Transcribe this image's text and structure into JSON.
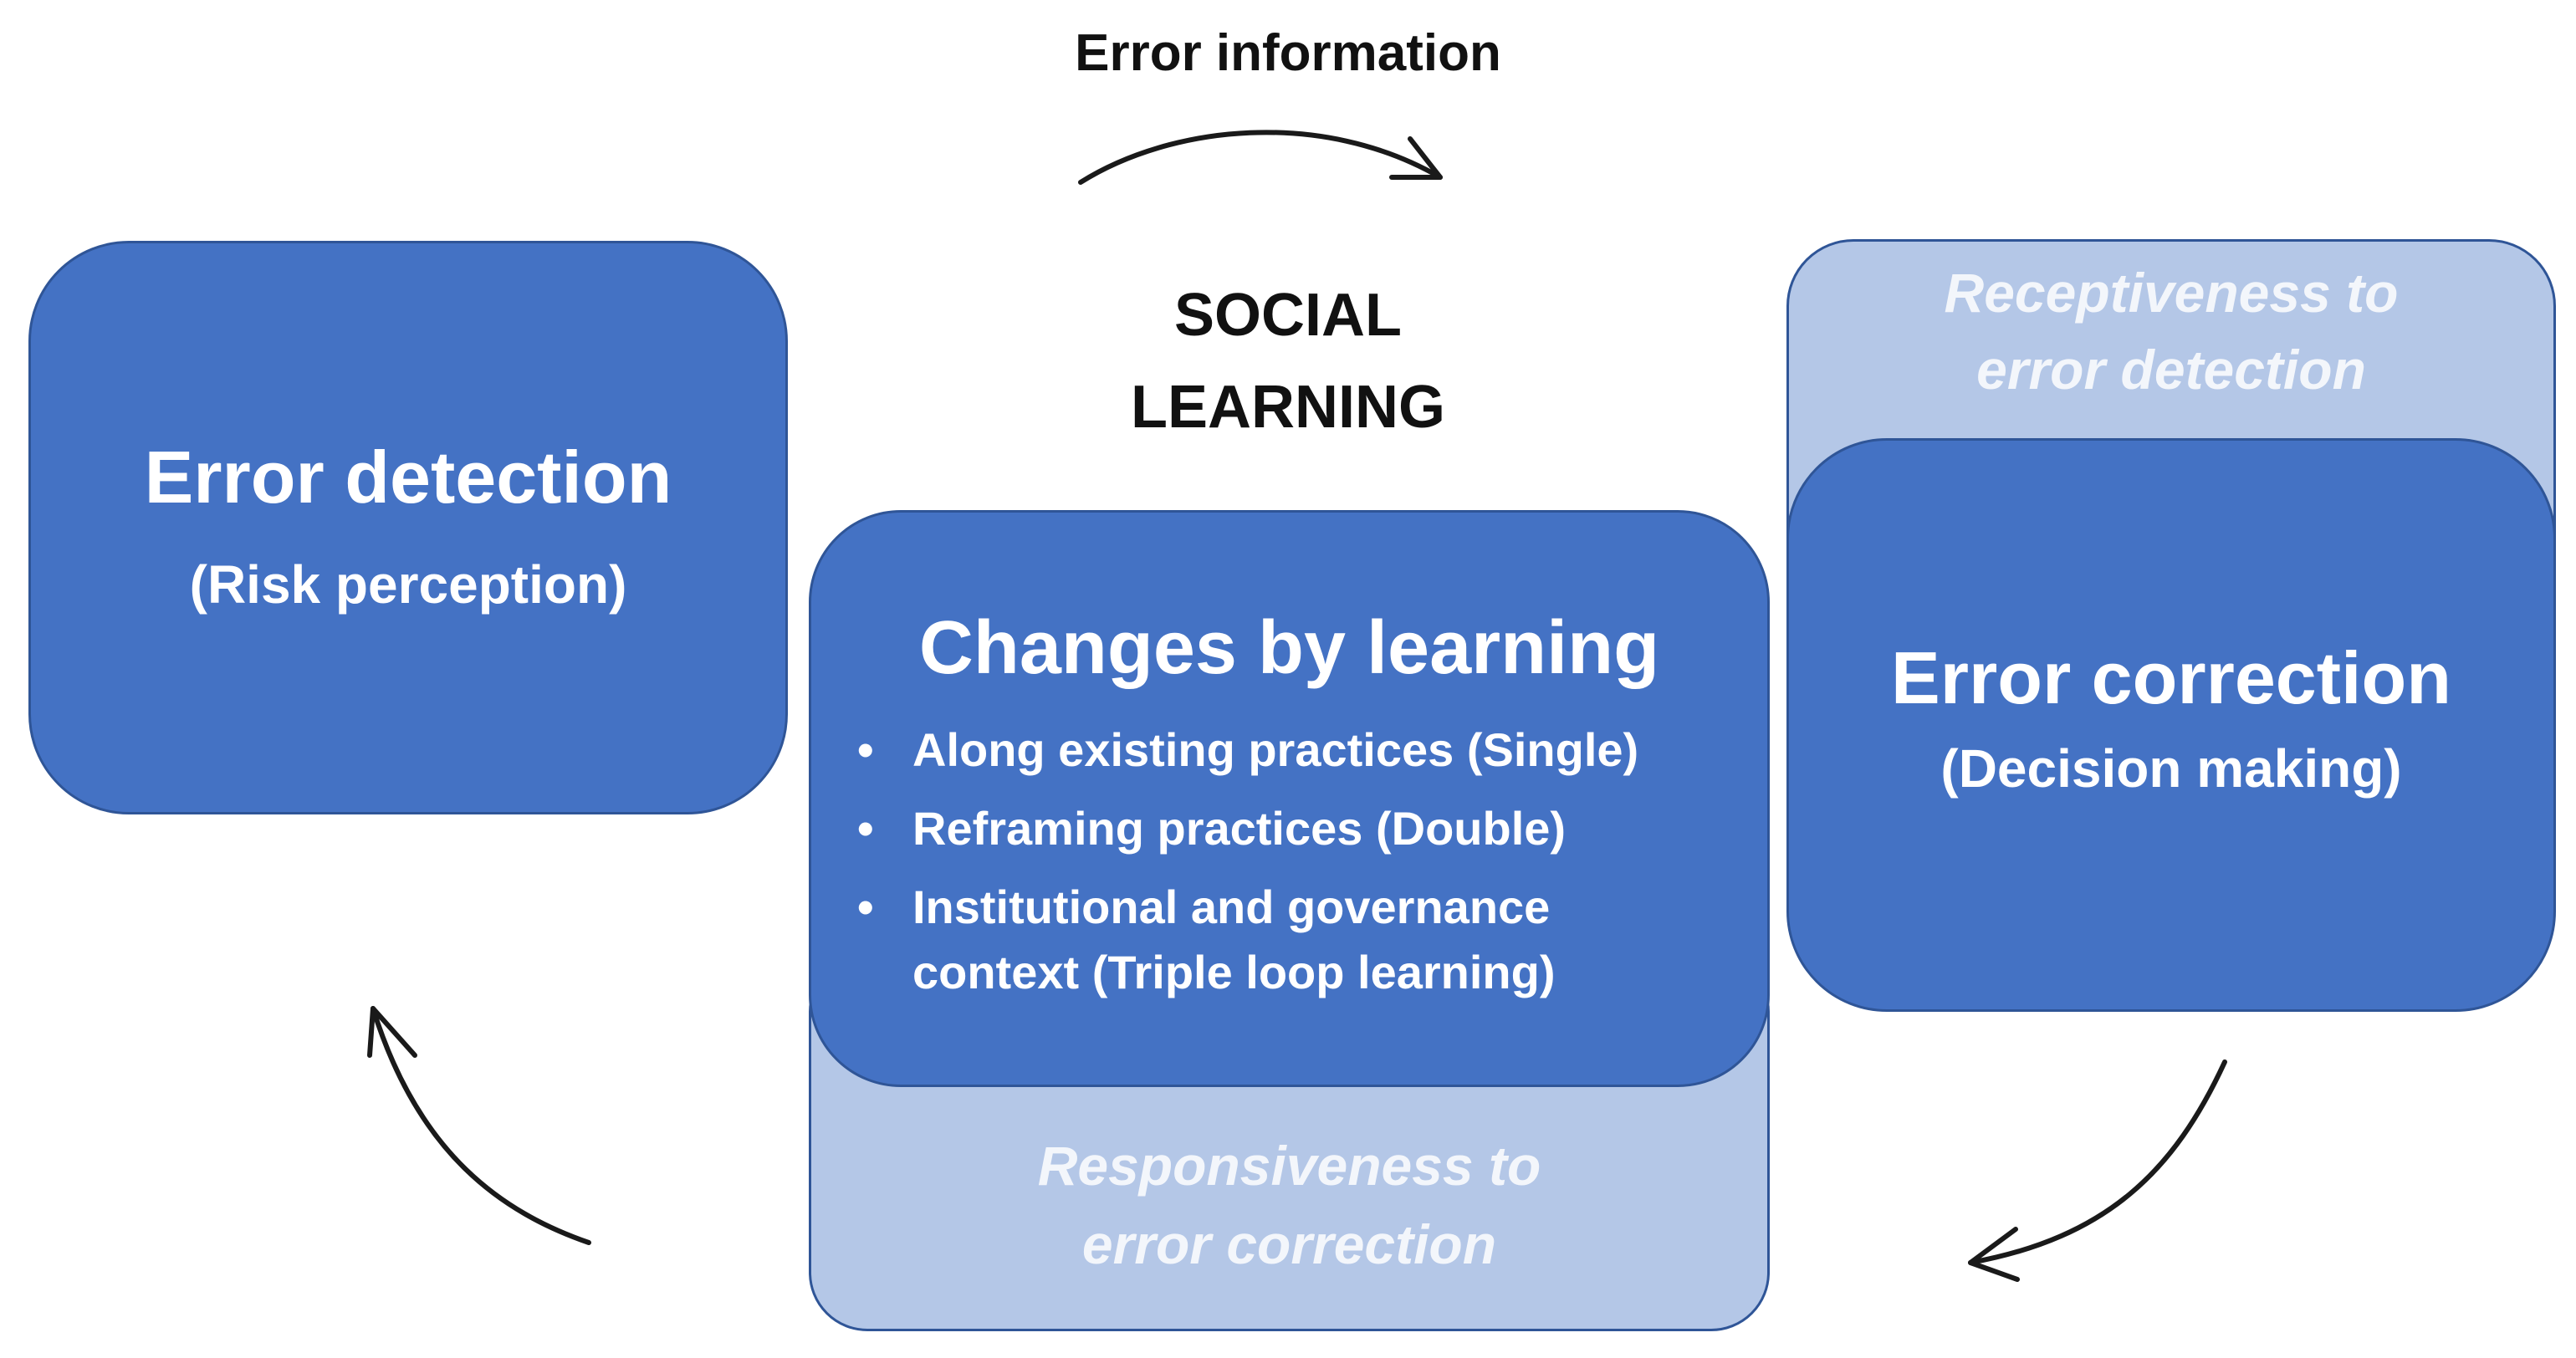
{
  "top_label": "Error information",
  "center_heading": {
    "line1": "SOCIAL",
    "line2": "LEARNING"
  },
  "error_detection": {
    "title": "Error detection",
    "subtitle": "(Risk perception)"
  },
  "changes_by_learning": {
    "title": "Changes by learning",
    "bullet_char": "•",
    "items": [
      "Along existing practices (Single)",
      "Reframing practices (Double)",
      "Institutional and governance",
      "context (Triple loop learning)"
    ]
  },
  "responsiveness": {
    "line1": "Responsiveness to",
    "line2": "error correction"
  },
  "receptiveness": {
    "line1": "Receptiveness to",
    "line2": "error detection"
  },
  "error_correction": {
    "title": "Error correction",
    "subtitle": "(Decision making)"
  },
  "colors": {
    "dark_box": "#4472c4",
    "light_box": "#b4c7e7",
    "border": "#2f5597",
    "arrow": "#1a1a1a"
  },
  "icons": [
    "curved-arrow-top",
    "curved-arrow-bottom-right",
    "curved-arrow-bottom-left"
  ]
}
